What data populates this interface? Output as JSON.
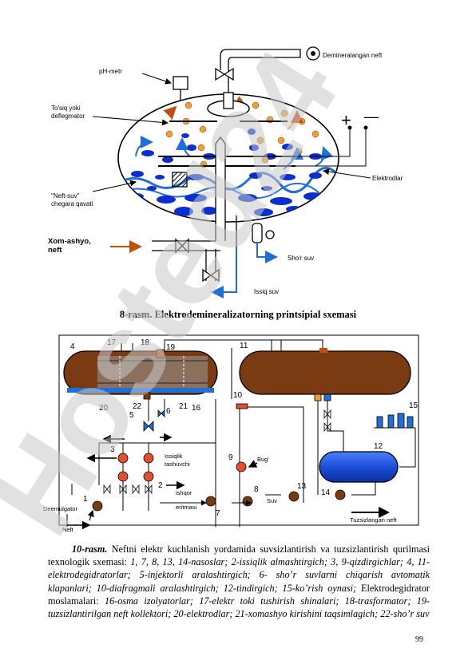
{
  "figure1": {
    "labels": {
      "ph_metr": "pH-metr",
      "demineral_neft": "Demineralangan neft",
      "tosiq_line1": "To'siq  yoki",
      "tosiq_line2": "deflegmator",
      "neft_suv_line1": "\"Neft-suv\"",
      "neft_suv_line2": "chegara qavati",
      "elektrodlar": "Elektrodlar",
      "xom_line1": "Xom-ashyo,",
      "xom_line2": "neft",
      "shor_suv": "Sho'r suv",
      "issiq_suv": "Issiq suv",
      "plus": "+",
      "minus": "—"
    },
    "caption": "8-rasm. Elektrodemineralizatorning printsipial sxemasi"
  },
  "figure2": {
    "labels": {
      "n1": "1",
      "n2": "2",
      "n3": "3",
      "n4": "4",
      "n5": "5",
      "n6": "6",
      "n7": "7",
      "n8": "8",
      "n9": "9",
      "n10": "10",
      "n11": "11",
      "n12": "12",
      "n13": "13",
      "n14": "14",
      "n15": "15",
      "n16": "16",
      "n17": "17",
      "n18": "18",
      "n19": "19",
      "n20": "20",
      "n21": "21",
      "n22": "22",
      "issiqlik_line1": "Issiqlik",
      "issiqlik_line2": "tashuvchi",
      "bug": "Bug'",
      "suv": "Suv",
      "ishqor_line1": "ishqor",
      "ishqor_line2": "eritmasi",
      "demulgator": "Deemulgator",
      "neft": "Neft",
      "tuzsiz_neft": "Tuzsizlangan neft"
    },
    "caption": {
      "num": "10-rasm.",
      "intro": " Neftni elektr kuchlanish yordamida suvsizlantirish va tuzsizlantirish qurilmasi texnologik sxemasi: ",
      "part1": "1, 7, 8, 13, 14-nasoslar; 2-issiqlik almashtirgich; 3, 9-qizdirgichlar; 4, 11-elektrodegidratorlar; 5-injektorli aralashtirgich; 6- sho’r suvlarni chiqarish avtomatik klapanlari; 10-diafragmali aralashtirgich; 12-tindirgich; 15-ko’rish oynasi;",
      "mid": " Elektrodegidrator moslamalari: ",
      "part2": "16-osma izolyatorlar; 17-elektr toki tushirish shinalari; 18-trasformator; 19- tuzsizlantirilgan neft kollektori; 20-elektrodlar; 21-xomashyo kirishini taqsimlagich; 22-sho’r suv"
    }
  },
  "watermark": "Hosted24",
  "page_number": "99",
  "colors": {
    "oil_brown": "#7a3a12",
    "water_blue": "#1e6fd8",
    "drop_blue": "#0b2fcf",
    "drop_orange": "#f0a030",
    "watermark_gray": "#c9c9c9",
    "arrow_red": "#c05010"
  }
}
